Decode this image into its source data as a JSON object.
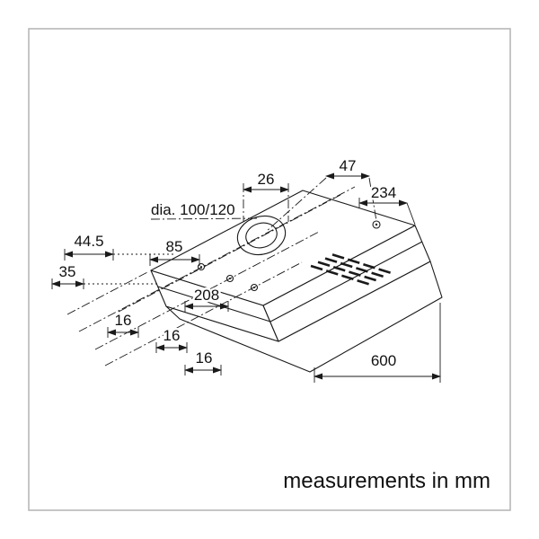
{
  "note": "measurements in mm",
  "dimensions": {
    "top_gap": "26",
    "top_offset": "47",
    "top_right": "234",
    "duct_diameter": "dia. 100/120",
    "left_a": "44.5",
    "left_b": "85",
    "left_c": "35",
    "left_d": "208",
    "spacing_1": "16",
    "spacing_2": "16",
    "spacing_3": "16",
    "width": "600"
  },
  "colors": {
    "line": "#1a1a1a",
    "frame": "#b3b3b3",
    "background": "#ffffff"
  }
}
